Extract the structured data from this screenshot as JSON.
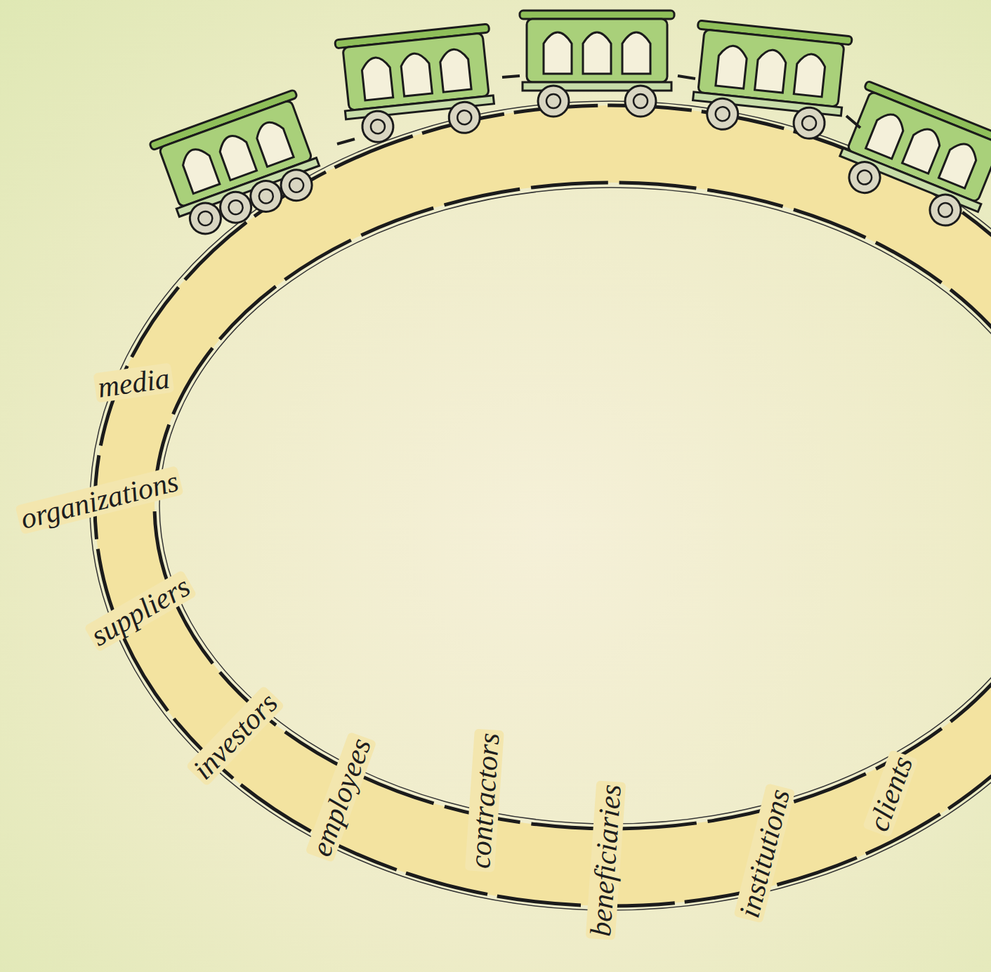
{
  "diagram": {
    "labels": [
      "media",
      "organizations",
      "suppliers",
      "investors",
      "employees",
      "contractors",
      "beneficiaries",
      "institutions",
      "clients"
    ]
  }
}
